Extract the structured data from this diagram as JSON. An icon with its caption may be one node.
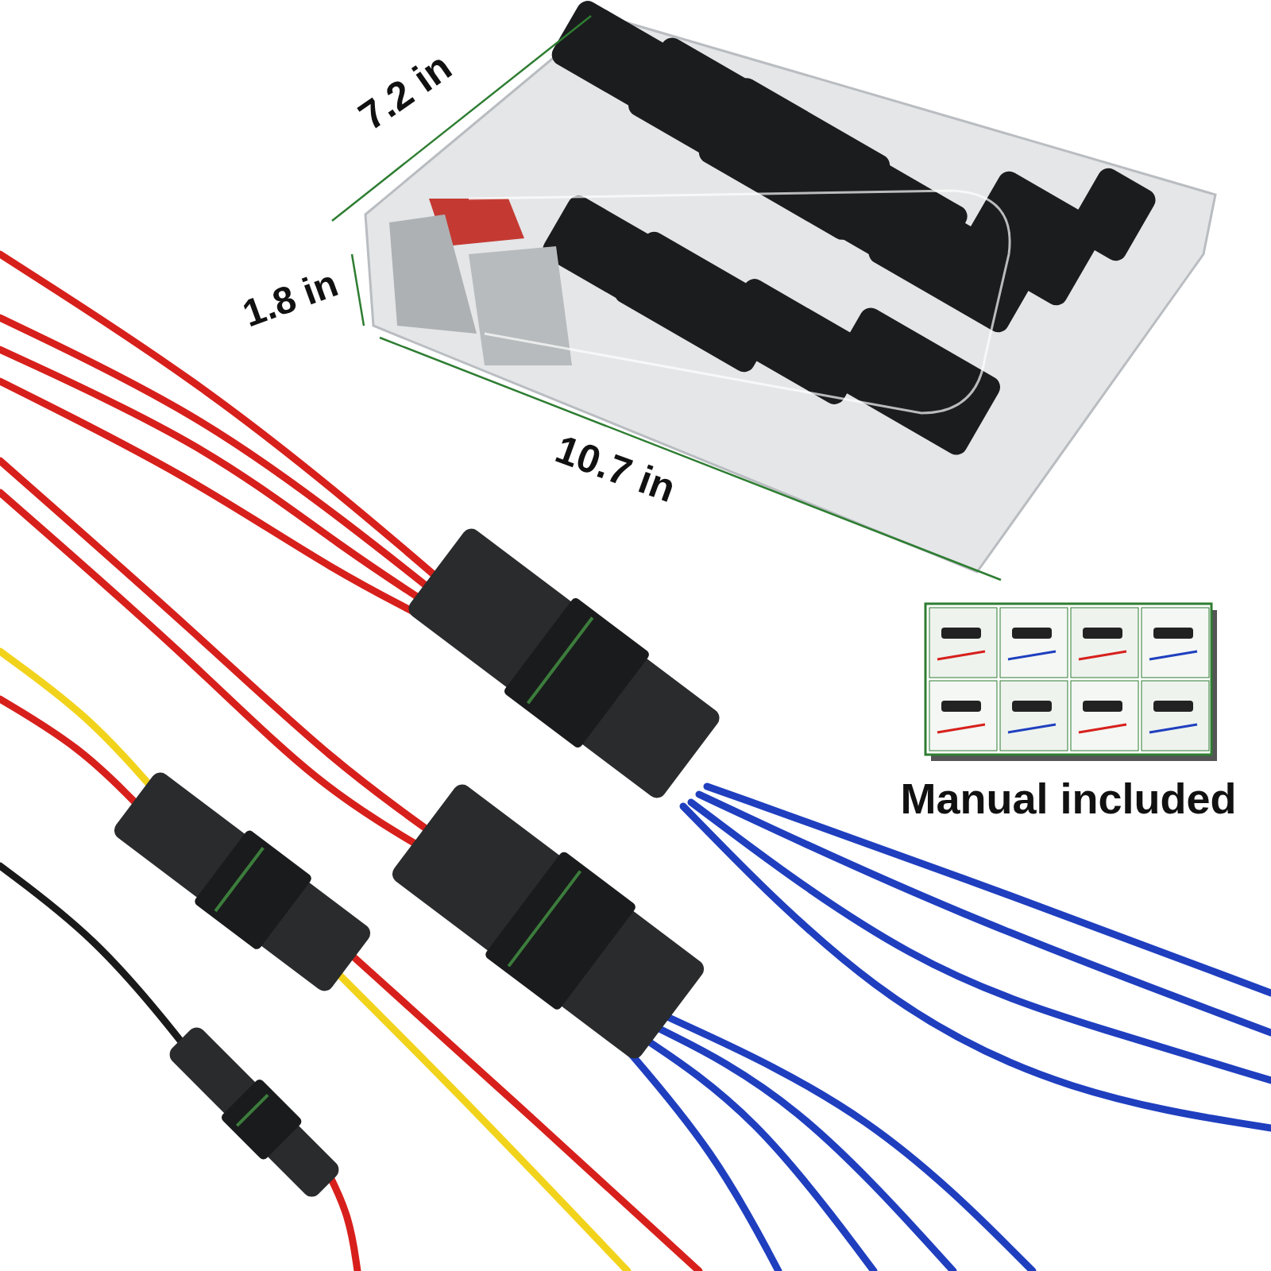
{
  "diagram": {
    "labels": [
      "7.2 in",
      "1.8 in",
      "10.7 in",
      "Manual included"
    ]
  }
}
